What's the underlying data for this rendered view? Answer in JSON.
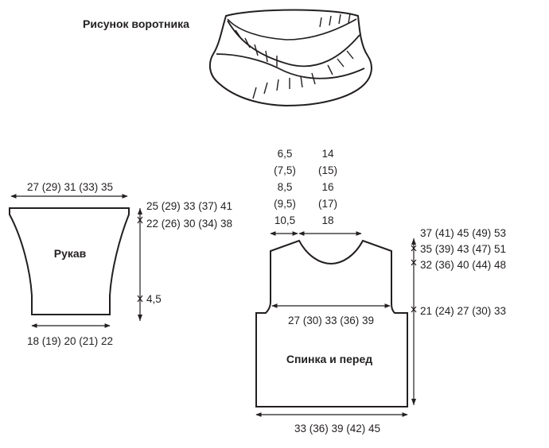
{
  "collar": {
    "title": "Рисунок воротника"
  },
  "sleeve": {
    "title": "Рукав",
    "top_width": "27 (29) 31 (33) 35",
    "bottom_width": "18 (19) 20 (21) 22",
    "height_total": "25 (29) 33 (37) 41",
    "height_taper": "22 (26) 30 (34) 38",
    "height_cuff": "4,5"
  },
  "body": {
    "title": "Спинка и перед",
    "neck": {
      "rows": [
        {
          "left": "6,5",
          "right": "14"
        },
        {
          "left": "(7,5)",
          "right": "(15)"
        },
        {
          "left": "8,5",
          "right": "16"
        },
        {
          "left": "(9,5)",
          "right": "(17)"
        },
        {
          "left": "10,5",
          "right": "18"
        }
      ]
    },
    "chest_width": "27 (30) 33 (36) 39",
    "bottom_width": "33 (36) 39 (42) 45",
    "height_total": "37 (41) 45 (49) 53",
    "height_upper": "35 (39) 43 (47) 51",
    "height_armhole_top": "32 (36) 40 (44) 48",
    "height_lower": "21 (24) 27 (30) 33"
  },
  "colors": {
    "ink": "#231f20",
    "background": "#ffffff"
  }
}
